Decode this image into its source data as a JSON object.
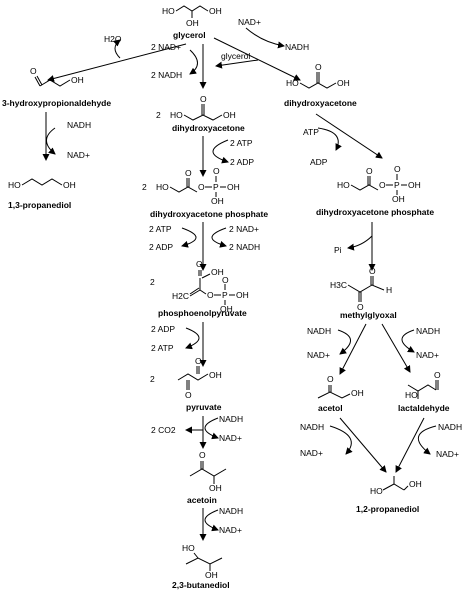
{
  "molecules": {
    "glycerol": "glycerol",
    "hpa": "3-hydroxypropionaldehyde",
    "propanediol13": "1,3-propanediol",
    "dha_left": "dihydroxyacetone",
    "dha_right": "dihydroxyacetone",
    "dhap_left": "dihydroxyacetone phosphate",
    "dhap_right": "dihydroxyacetone phosphate",
    "pep": "phosphoenolpyruvate",
    "pyruvate": "pyruvate",
    "acetoin": "acetoin",
    "butanediol": "2,3-butanediol",
    "methylglyoxal": "methylglyoxal",
    "acetol": "acetol",
    "lactaldehyde": "lactaldehyde",
    "propanediol12": "1,2-propanediol"
  },
  "cofactors": {
    "h2o": "H2O",
    "nad_plus": "NAD+",
    "nadh": "NADH",
    "nad2_plus": "2 NAD+",
    "nadh2": "2 NADH",
    "atp2": "2 ATP",
    "adp2": "2 ADP",
    "atp": "ATP",
    "adp": "ADP",
    "pi": "Pi",
    "co2_2": "2 CO2",
    "glycerol_label": "glycerol"
  },
  "stoich": {
    "two": "2"
  },
  "atoms": {
    "HO": "HO",
    "OH": "OH",
    "O": "O",
    "P": "P",
    "H": "H",
    "H3C": "H3C",
    "H2C": "H2C"
  }
}
